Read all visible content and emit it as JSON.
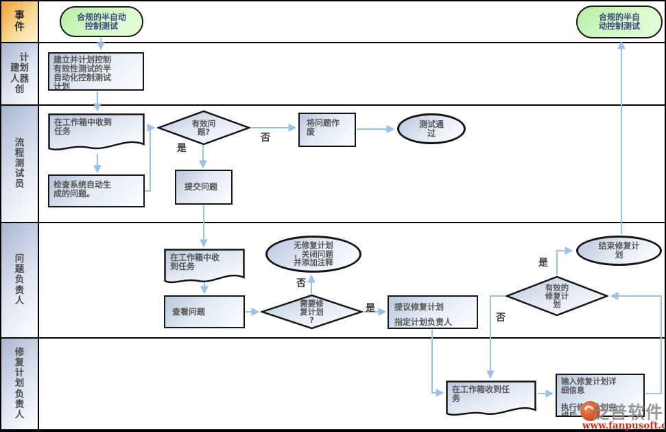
{
  "colors": {
    "connector": "#9bc2e6",
    "shape_border": "#151515",
    "shape_fill_dark": "#b9c6dd",
    "start_end_fill": "#c9f5bb",
    "event_lane_fill": "#ef9f33",
    "lane_fill": "#a9b6d2",
    "watermark_red": "#cf2e20"
  },
  "lanes": [
    {
      "label": "事\n件"
    },
    {
      "label": "　计\n建划\n人器\n创"
    },
    {
      "label": "流\n程\n测\n试\n员"
    },
    {
      "label": "问\n题\n负\n责\n人"
    },
    {
      "label": "修\n复\n计\n划\n负\n责\n人"
    }
  ],
  "nodes": {
    "start": {
      "label": "合规的半自动\n控制测试"
    },
    "end": {
      "label": "合规的半自\n动控制测试"
    },
    "plan": {
      "label": "建立并计划控制\n有效性测试的半\n自动化控制测试\n计划"
    },
    "receive1": {
      "label": "在工作箱中收到\n任务"
    },
    "check": {
      "label": "检查系统自动生\n成的问题。"
    },
    "valid_q": {
      "label": "有效问\n题?"
    },
    "submit": {
      "label": "提交问题"
    },
    "discard": {
      "label": "将问题作\n废"
    },
    "passed": {
      "label": "测试通\n过"
    },
    "receive2": {
      "label": "在工作箱中收\n到任务"
    },
    "view": {
      "label": "查看问题"
    },
    "need_q": {
      "label": "需要修\n复计划\n?"
    },
    "no_plan": {
      "label": "无修复计划\n，关闭问题\n并添加注释"
    },
    "propose": {
      "label": "提议修复计划\n指定计划负责人"
    },
    "effective_q": {
      "label": "有效的\n修复计\n划"
    },
    "finish": {
      "label": "结束修复计\n划"
    },
    "receive3": {
      "label": "在工作箱收到任\n务"
    },
    "input": {
      "label": "输入修复计划详\n细信息\n\n执行修复计划完\n成后"
    }
  },
  "edge_labels": {
    "yes1": "是",
    "no1": "否",
    "no2": "否",
    "yes2": "是",
    "no3": "否",
    "yes3": "是"
  },
  "watermark": {
    "brand": "泛普软件",
    "url": "www.fanpusoft.com"
  }
}
